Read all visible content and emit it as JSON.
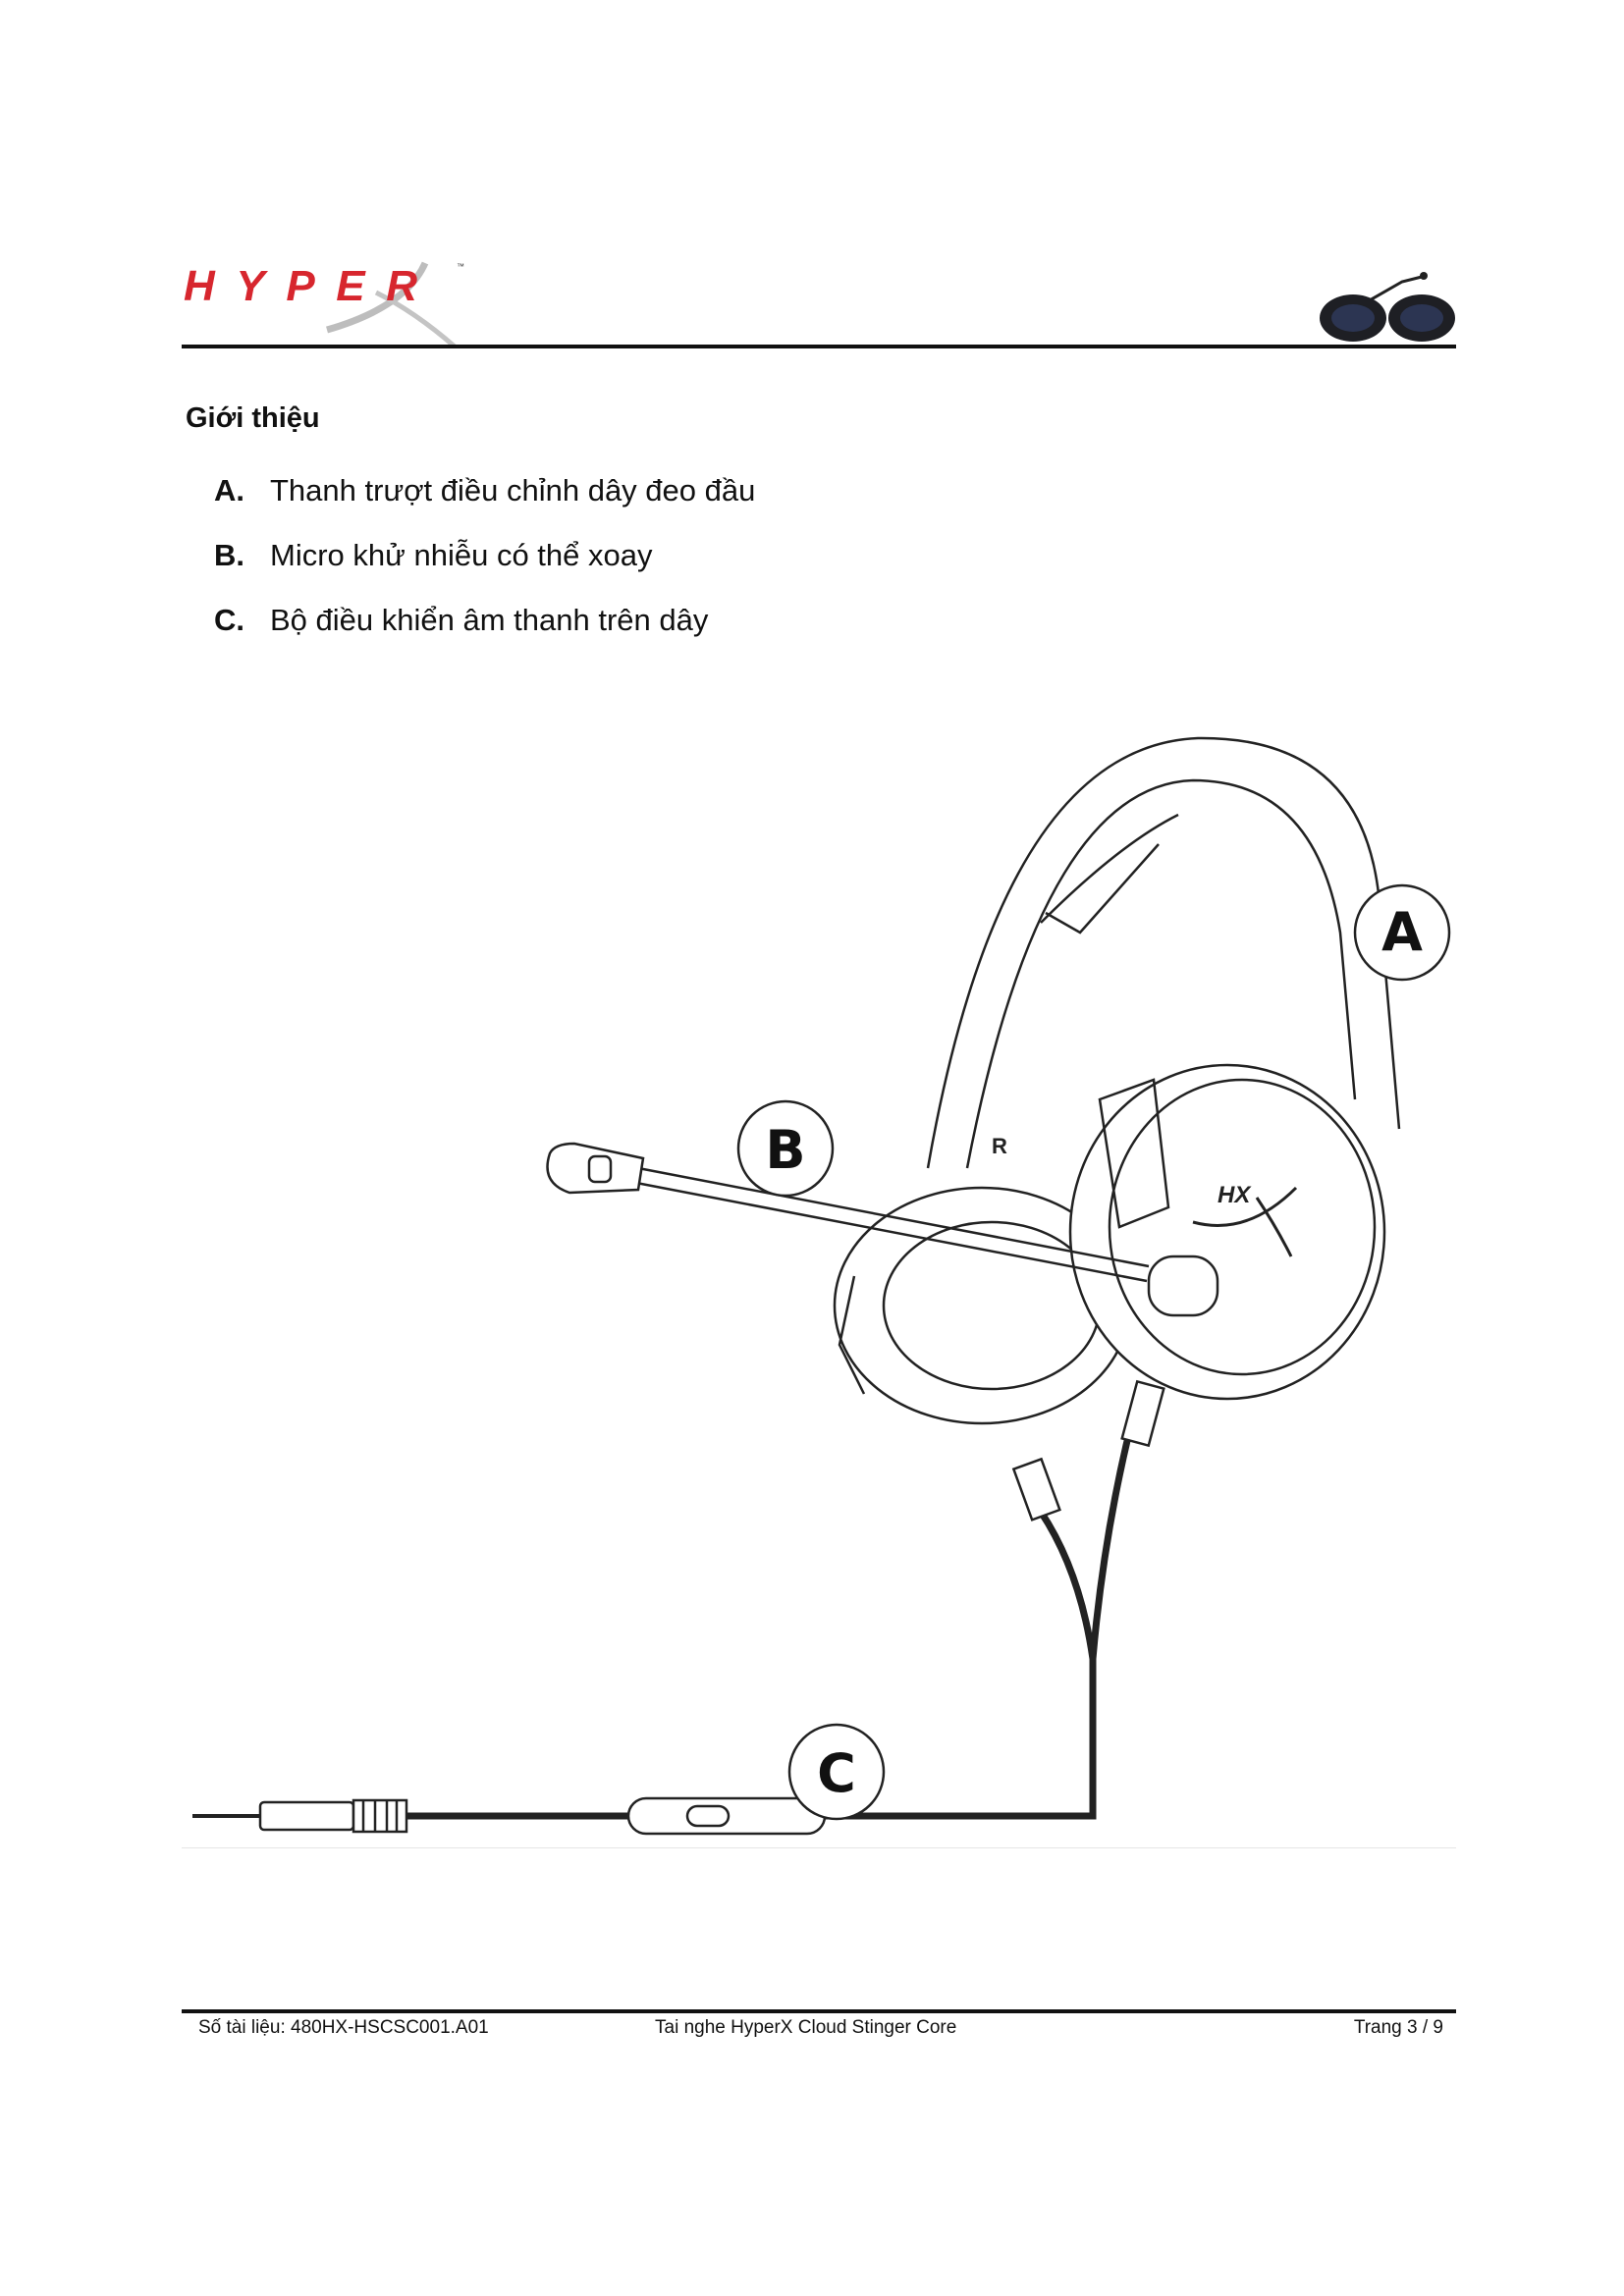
{
  "header": {
    "logo_text": "HYPERX",
    "logo_tm": "™"
  },
  "section": {
    "title": "Giới thiệu",
    "items": [
      {
        "letter": "A.",
        "text": "Thanh trượt điều chỉnh dây đeo đầu"
      },
      {
        "letter": "B.",
        "text": "Micro khử nhiễu có thể xoay"
      },
      {
        "letter": "C.",
        "text": "Bộ điều khiển âm thanh trên dây"
      }
    ]
  },
  "figure": {
    "callouts": [
      "A",
      "B",
      "C"
    ]
  },
  "footer": {
    "doc_number": "Số tài liệu: 480HX-HSCSC001.A01",
    "product": "Tai nghe HyperX Cloud Stinger Core",
    "page": "Trang 3 / 9"
  },
  "colors": {
    "brand_red": "#d7262e",
    "logo_grey": "#b9b9b9"
  }
}
